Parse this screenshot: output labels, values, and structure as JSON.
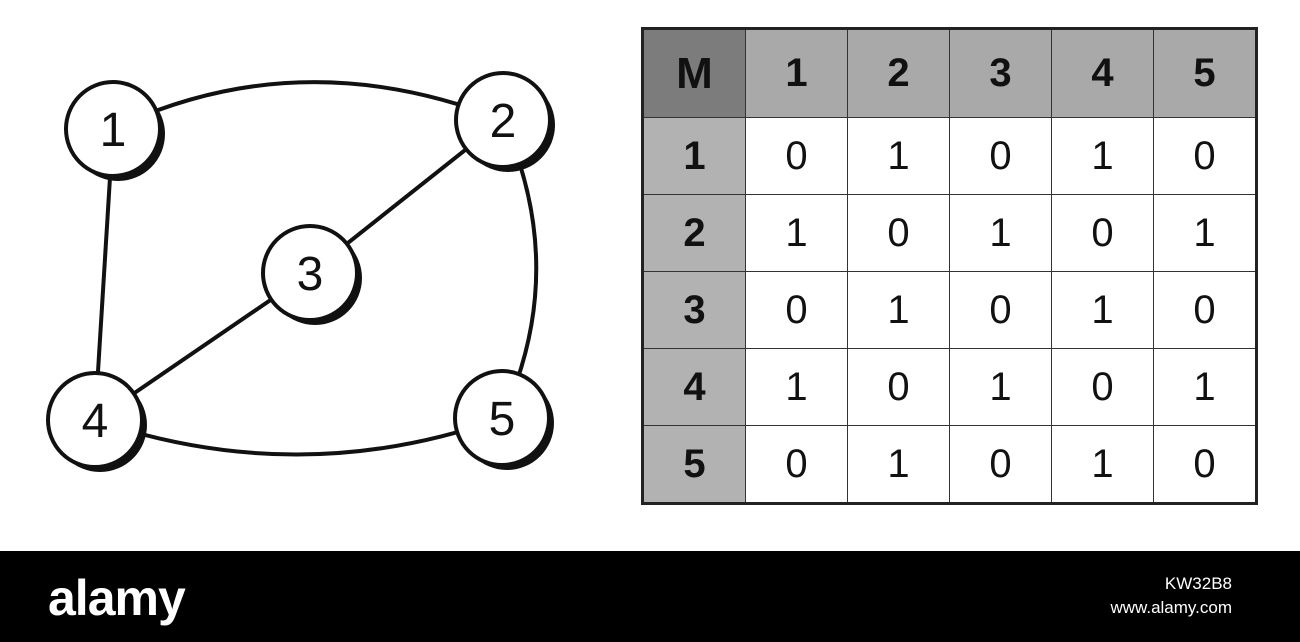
{
  "graph": {
    "nodes": [
      {
        "id": "1",
        "label": "1"
      },
      {
        "id": "2",
        "label": "2"
      },
      {
        "id": "3",
        "label": "3"
      },
      {
        "id": "4",
        "label": "4"
      },
      {
        "id": "5",
        "label": "5"
      }
    ],
    "edges": [
      [
        "1",
        "2"
      ],
      [
        "1",
        "4"
      ],
      [
        "2",
        "3"
      ],
      [
        "2",
        "5"
      ],
      [
        "3",
        "4"
      ],
      [
        "4",
        "5"
      ]
    ]
  },
  "matrix": {
    "corner": "M",
    "columns": [
      "1",
      "2",
      "3",
      "4",
      "5"
    ],
    "rows": [
      {
        "label": "1",
        "values": [
          "0",
          "1",
          "0",
          "1",
          "0"
        ]
      },
      {
        "label": "2",
        "values": [
          "1",
          "0",
          "1",
          "0",
          "1"
        ]
      },
      {
        "label": "3",
        "values": [
          "0",
          "1",
          "0",
          "1",
          "0"
        ]
      },
      {
        "label": "4",
        "values": [
          "1",
          "0",
          "1",
          "0",
          "1"
        ]
      },
      {
        "label": "5",
        "values": [
          "0",
          "1",
          "0",
          "1",
          "0"
        ]
      }
    ]
  },
  "footer": {
    "brand": "alamy",
    "image_id": "KW32B8",
    "site": "www.alamy.com"
  }
}
